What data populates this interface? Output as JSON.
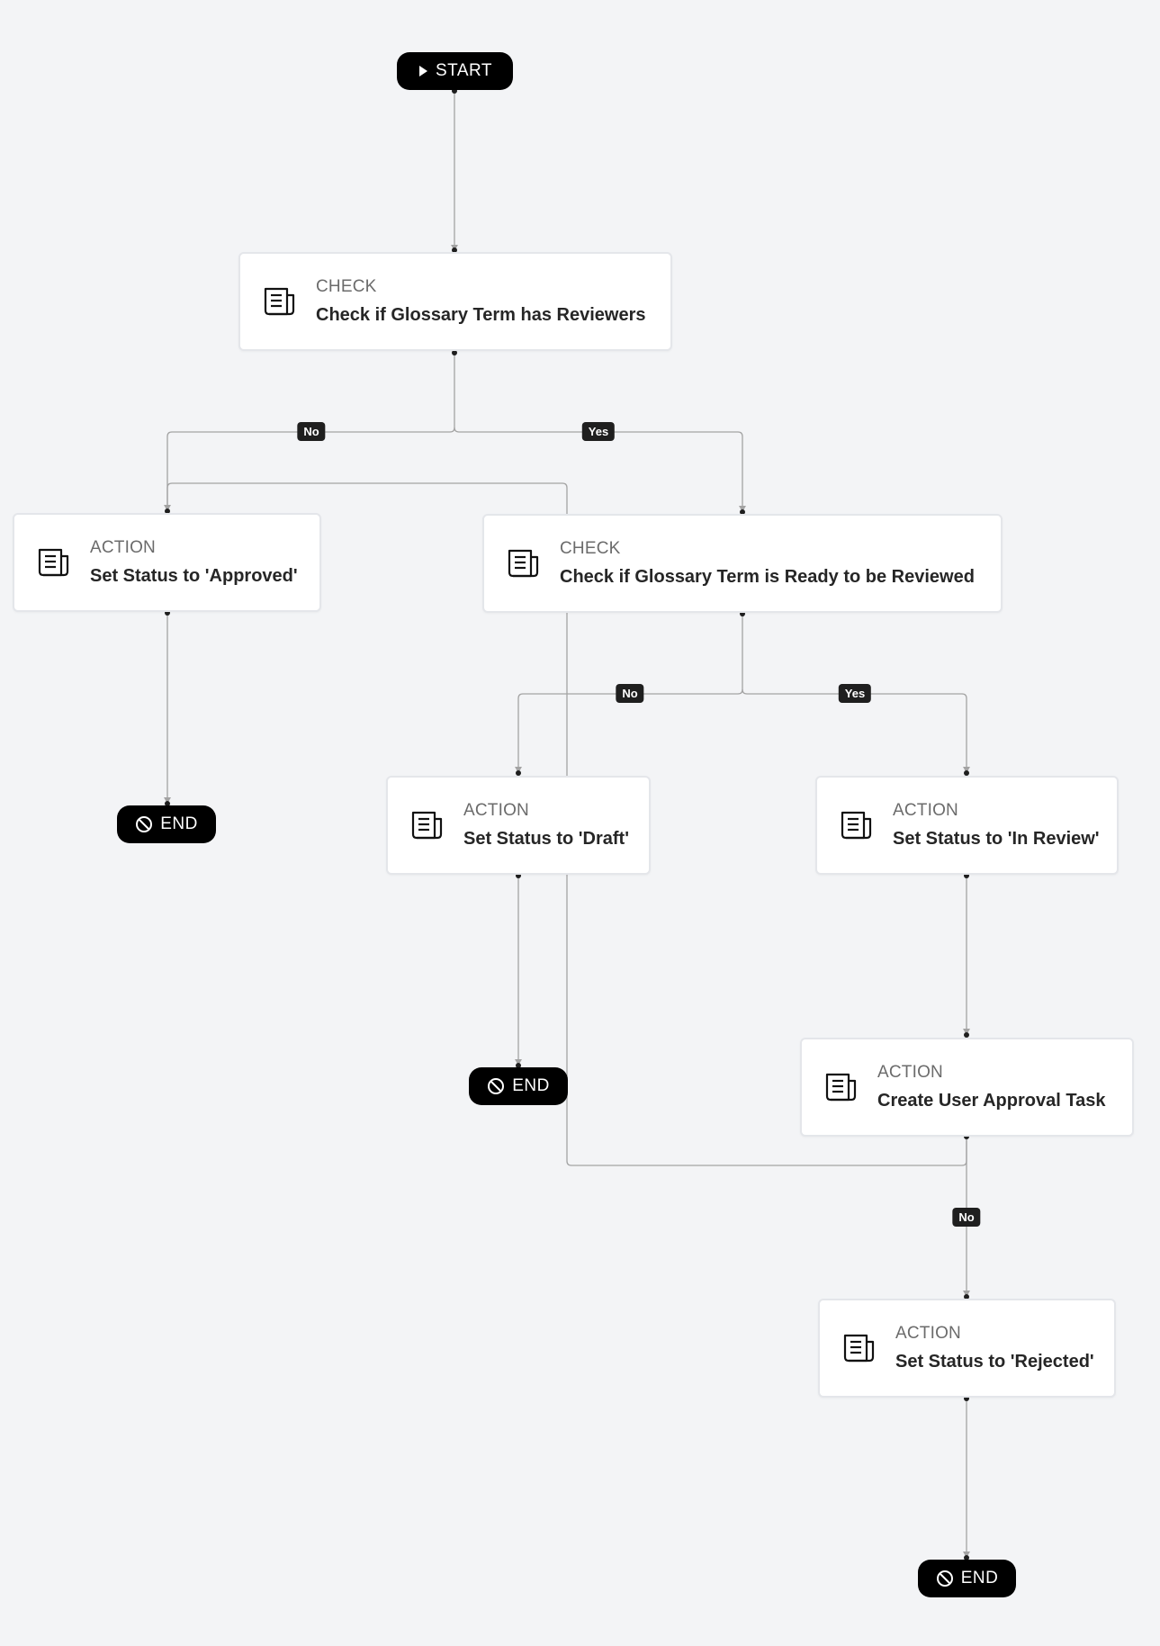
{
  "start": {
    "label": "START"
  },
  "nodes": {
    "check_reviewers": {
      "kind": "CHECK",
      "label": "Check if Glossary Term has Reviewers",
      "icon": "document-icon"
    },
    "set_approved": {
      "kind": "ACTION",
      "label": "Set Status to 'Approved'",
      "icon": "document-icon"
    },
    "check_ready": {
      "kind": "CHECK",
      "label": "Check if Glossary Term is Ready to be Reviewed",
      "icon": "document-icon"
    },
    "set_draft": {
      "kind": "ACTION",
      "label": "Set Status to 'Draft'",
      "icon": "document-icon"
    },
    "set_in_review": {
      "kind": "ACTION",
      "label": "Set Status to 'In Review'",
      "icon": "document-icon"
    },
    "create_task": {
      "kind": "ACTION",
      "label": "Create User Approval Task",
      "icon": "document-icon"
    },
    "set_rejected": {
      "kind": "ACTION",
      "label": "Set Status to 'Rejected'",
      "icon": "document-icon"
    }
  },
  "ends": {
    "end_1": {
      "label": "END",
      "icon": "ban-icon"
    },
    "end_2": {
      "label": "END",
      "icon": "ban-icon"
    },
    "end_3": {
      "label": "END",
      "icon": "ban-icon"
    }
  },
  "edge_labels": {
    "reviewers_no": "No",
    "reviewers_yes": "Yes",
    "ready_no": "No",
    "ready_yes": "Yes",
    "task_no": "No"
  },
  "colors": {
    "background": "#f3f4f6",
    "node_border": "#e4e6ea",
    "edge": "#a3a3a3",
    "terminal": "#000000"
  }
}
